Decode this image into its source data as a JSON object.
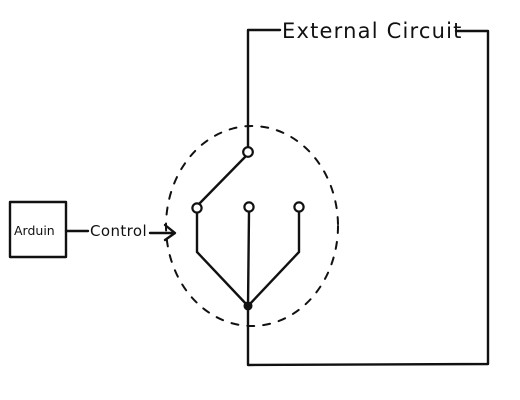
{
  "diagram": {
    "external_circuit_label": "External Circuit",
    "controller_label": "Arduin",
    "control_label": "Control"
  },
  "colors": {
    "ink": "#111111",
    "background": "#ffffff"
  }
}
